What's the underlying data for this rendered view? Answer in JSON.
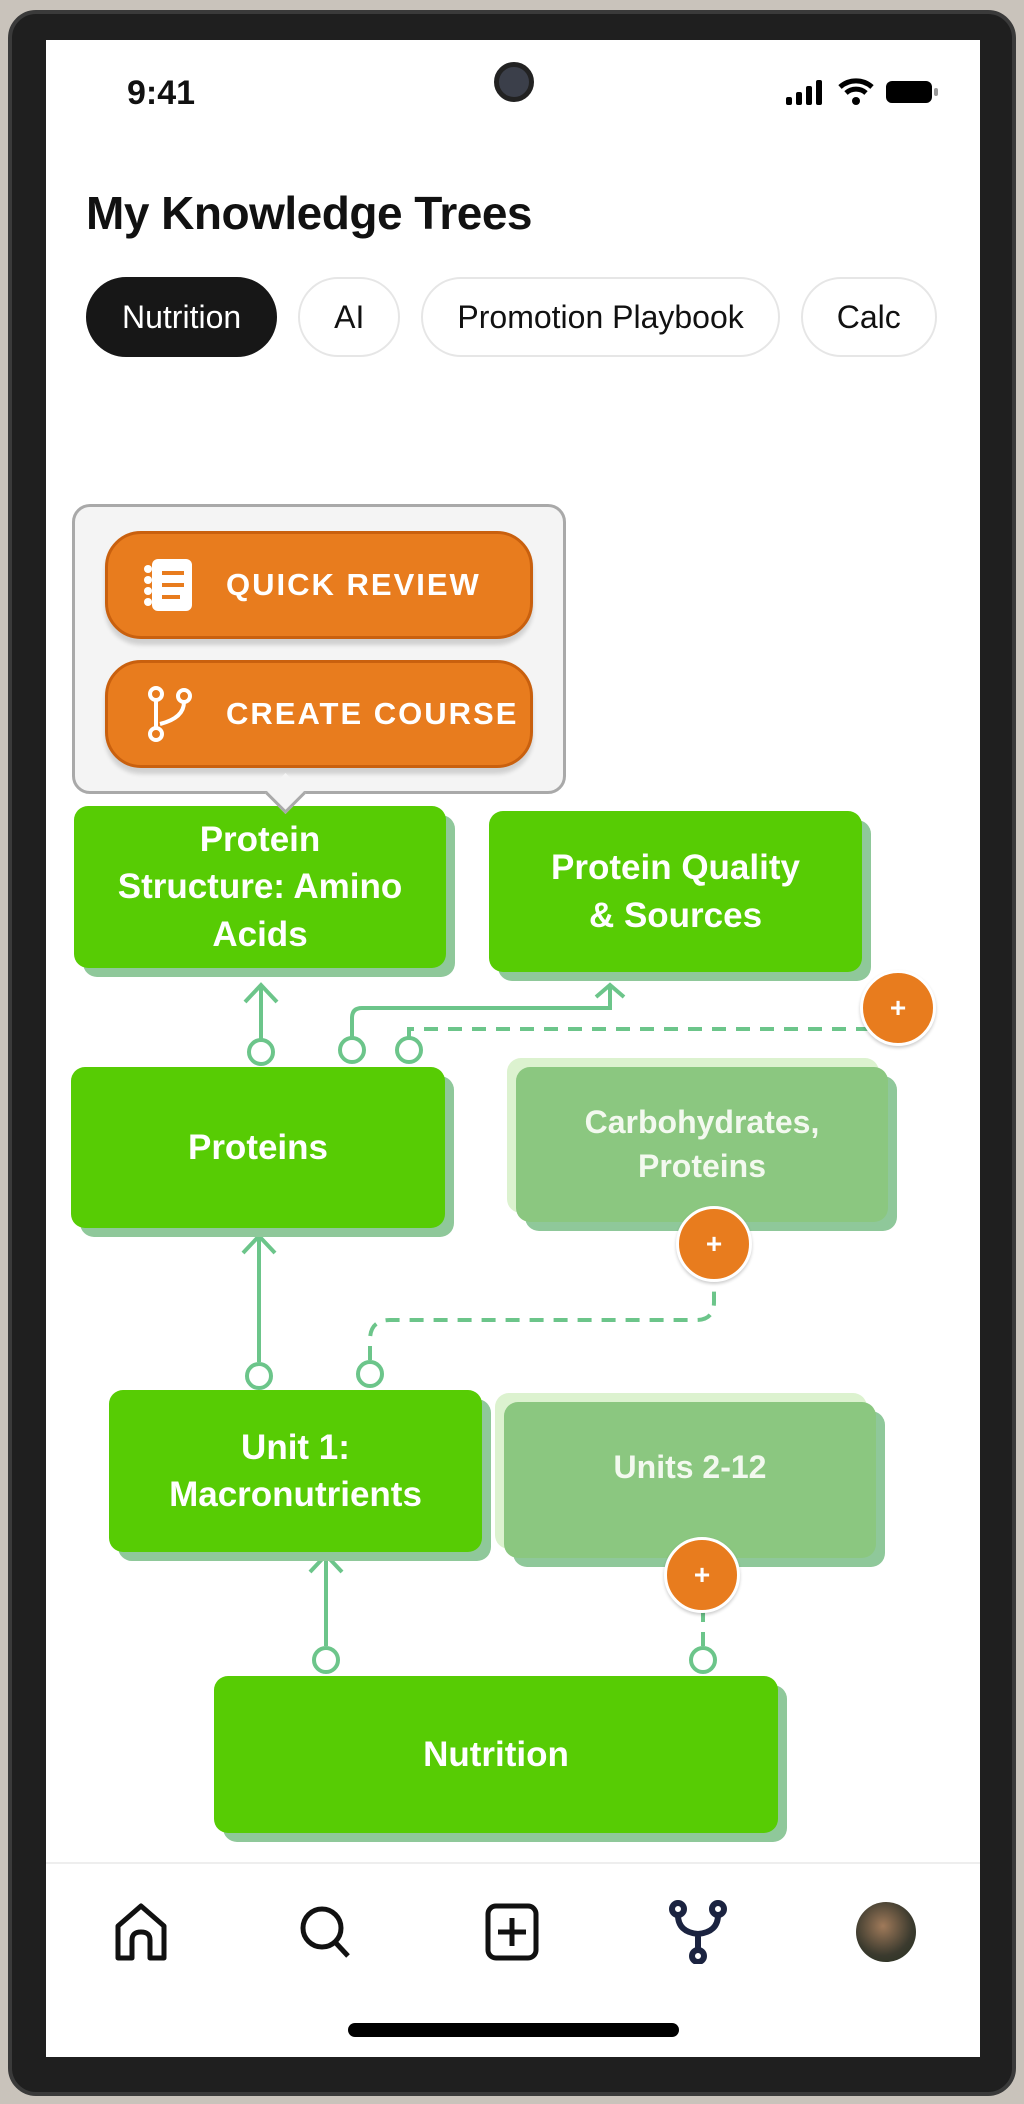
{
  "status_bar": {
    "time": "9:41"
  },
  "header": {
    "title": "My Knowledge Trees"
  },
  "tabs": [
    {
      "label": "Nutrition",
      "active": true
    },
    {
      "label": "AI",
      "active": false
    },
    {
      "label": "Promotion Playbook",
      "active": false
    },
    {
      "label": "Calc",
      "active": false
    }
  ],
  "popover": {
    "quick_review": "QUICK REVIEW",
    "create_course": "CREATE COURSE"
  },
  "nodes": {
    "protein_structure": "Protein Structure: Amino Acids",
    "protein_quality": "Protein Quality & Sources",
    "proteins": "Proteins",
    "carbs_proteins": "Carbohydrates, Proteins",
    "unit1": "Unit 1: Macronutrients",
    "units_2_12": "Units 2-12",
    "nutrition": "Nutrition"
  },
  "plus_label": "+",
  "colors": {
    "node": "#57cc04",
    "faded_node": "#8bc780",
    "accent": "#e87c1e",
    "connector": "#6cc58a"
  },
  "nav": [
    "home-icon",
    "search-icon",
    "add-icon",
    "tree-icon",
    "avatar"
  ]
}
